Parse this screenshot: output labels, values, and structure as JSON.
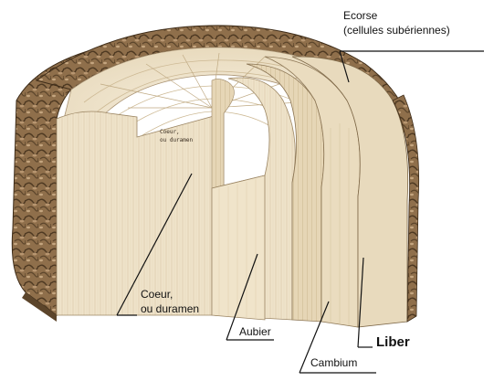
{
  "labels": {
    "ecorse_line1": "Ecorse",
    "ecorse_line2": "(cellules subériennes)",
    "coeur_line1": "Coeur,",
    "coeur_line2": "ou duramen",
    "aubier": "Aubier",
    "liber": "Liber",
    "cambium": "Cambium",
    "inner_coeur_line1": "Coeur,",
    "inner_coeur_line2": "ou duramen"
  },
  "colors": {
    "wood_light": "#f1e6cf",
    "wood_mid": "#e2d3b4",
    "wood_dark": "#c8b592",
    "bark": "#8a6a47",
    "bark_dark": "#4e3922",
    "line": "#111111"
  }
}
